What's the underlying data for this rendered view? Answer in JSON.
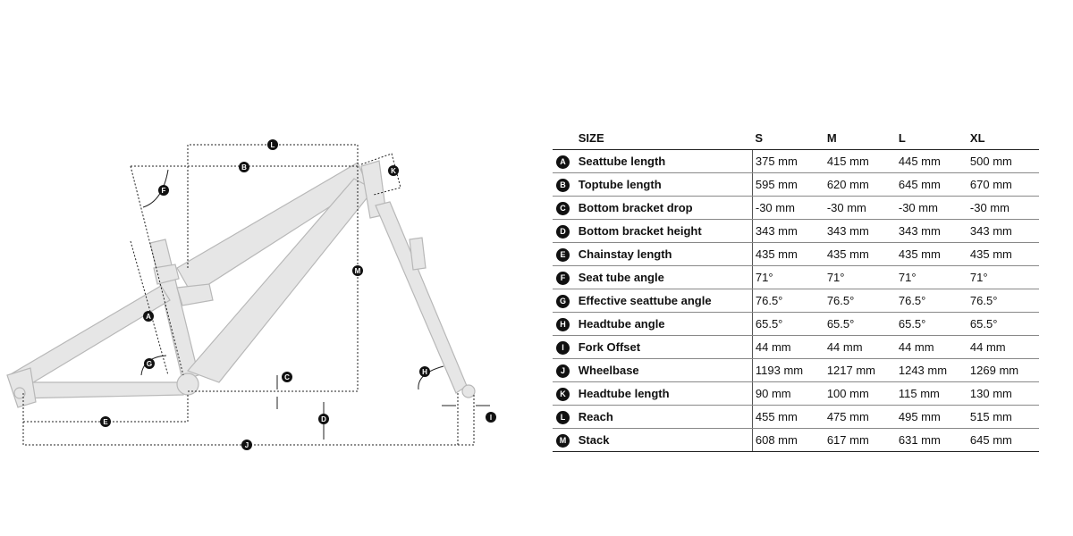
{
  "table": {
    "header": {
      "size_label": "SIZE",
      "sizes": [
        "S",
        "M",
        "L",
        "XL"
      ]
    },
    "rows": [
      {
        "key": "A",
        "name": "Seattube length",
        "values": [
          "375 mm",
          "415 mm",
          "445 mm",
          "500 mm"
        ]
      },
      {
        "key": "B",
        "name": "Toptube length",
        "values": [
          "595 mm",
          "620 mm",
          "645 mm",
          "670 mm"
        ]
      },
      {
        "key": "C",
        "name": "Bottom bracket drop",
        "values": [
          "-30 mm",
          "-30 mm",
          "-30 mm",
          "-30 mm"
        ]
      },
      {
        "key": "D",
        "name": "Bottom bracket height",
        "values": [
          "343 mm",
          "343 mm",
          "343 mm",
          "343 mm"
        ]
      },
      {
        "key": "E",
        "name": "Chainstay length",
        "values": [
          "435 mm",
          "435 mm",
          "435 mm",
          "435 mm"
        ]
      },
      {
        "key": "F",
        "name": "Seat tube angle",
        "values": [
          "71°",
          "71°",
          "71°",
          "71°"
        ]
      },
      {
        "key": "G",
        "name": "Effective seattube angle",
        "values": [
          "76.5°",
          "76.5°",
          "76.5°",
          "76.5°"
        ]
      },
      {
        "key": "H",
        "name": "Headtube angle",
        "values": [
          "65.5°",
          "65.5°",
          "65.5°",
          "65.5°"
        ]
      },
      {
        "key": "I",
        "name": "Fork Offset",
        "values": [
          "44 mm",
          "44 mm",
          "44 mm",
          "44 mm"
        ]
      },
      {
        "key": "J",
        "name": "Wheelbase",
        "values": [
          "1193 mm",
          "1217 mm",
          "1243 mm",
          "1269 mm"
        ]
      },
      {
        "key": "K",
        "name": "Headtube length",
        "values": [
          "90 mm",
          "100 mm",
          "115 mm",
          "130 mm"
        ]
      },
      {
        "key": "L",
        "name": "Reach",
        "values": [
          "455 mm",
          "475 mm",
          "495 mm",
          "515 mm"
        ]
      },
      {
        "key": "M",
        "name": "Stack",
        "values": [
          "608 mm",
          "617 mm",
          "631 mm",
          "645 mm"
        ]
      }
    ]
  },
  "diagram": {
    "labels": [
      "A",
      "B",
      "C",
      "D",
      "E",
      "F",
      "G",
      "H",
      "I",
      "J",
      "K",
      "L",
      "M"
    ],
    "colors": {
      "frame_fill": "#e6e6e6",
      "frame_stroke": "#b8b8b8",
      "dim_line": "#222222",
      "badge": "#111111"
    }
  }
}
